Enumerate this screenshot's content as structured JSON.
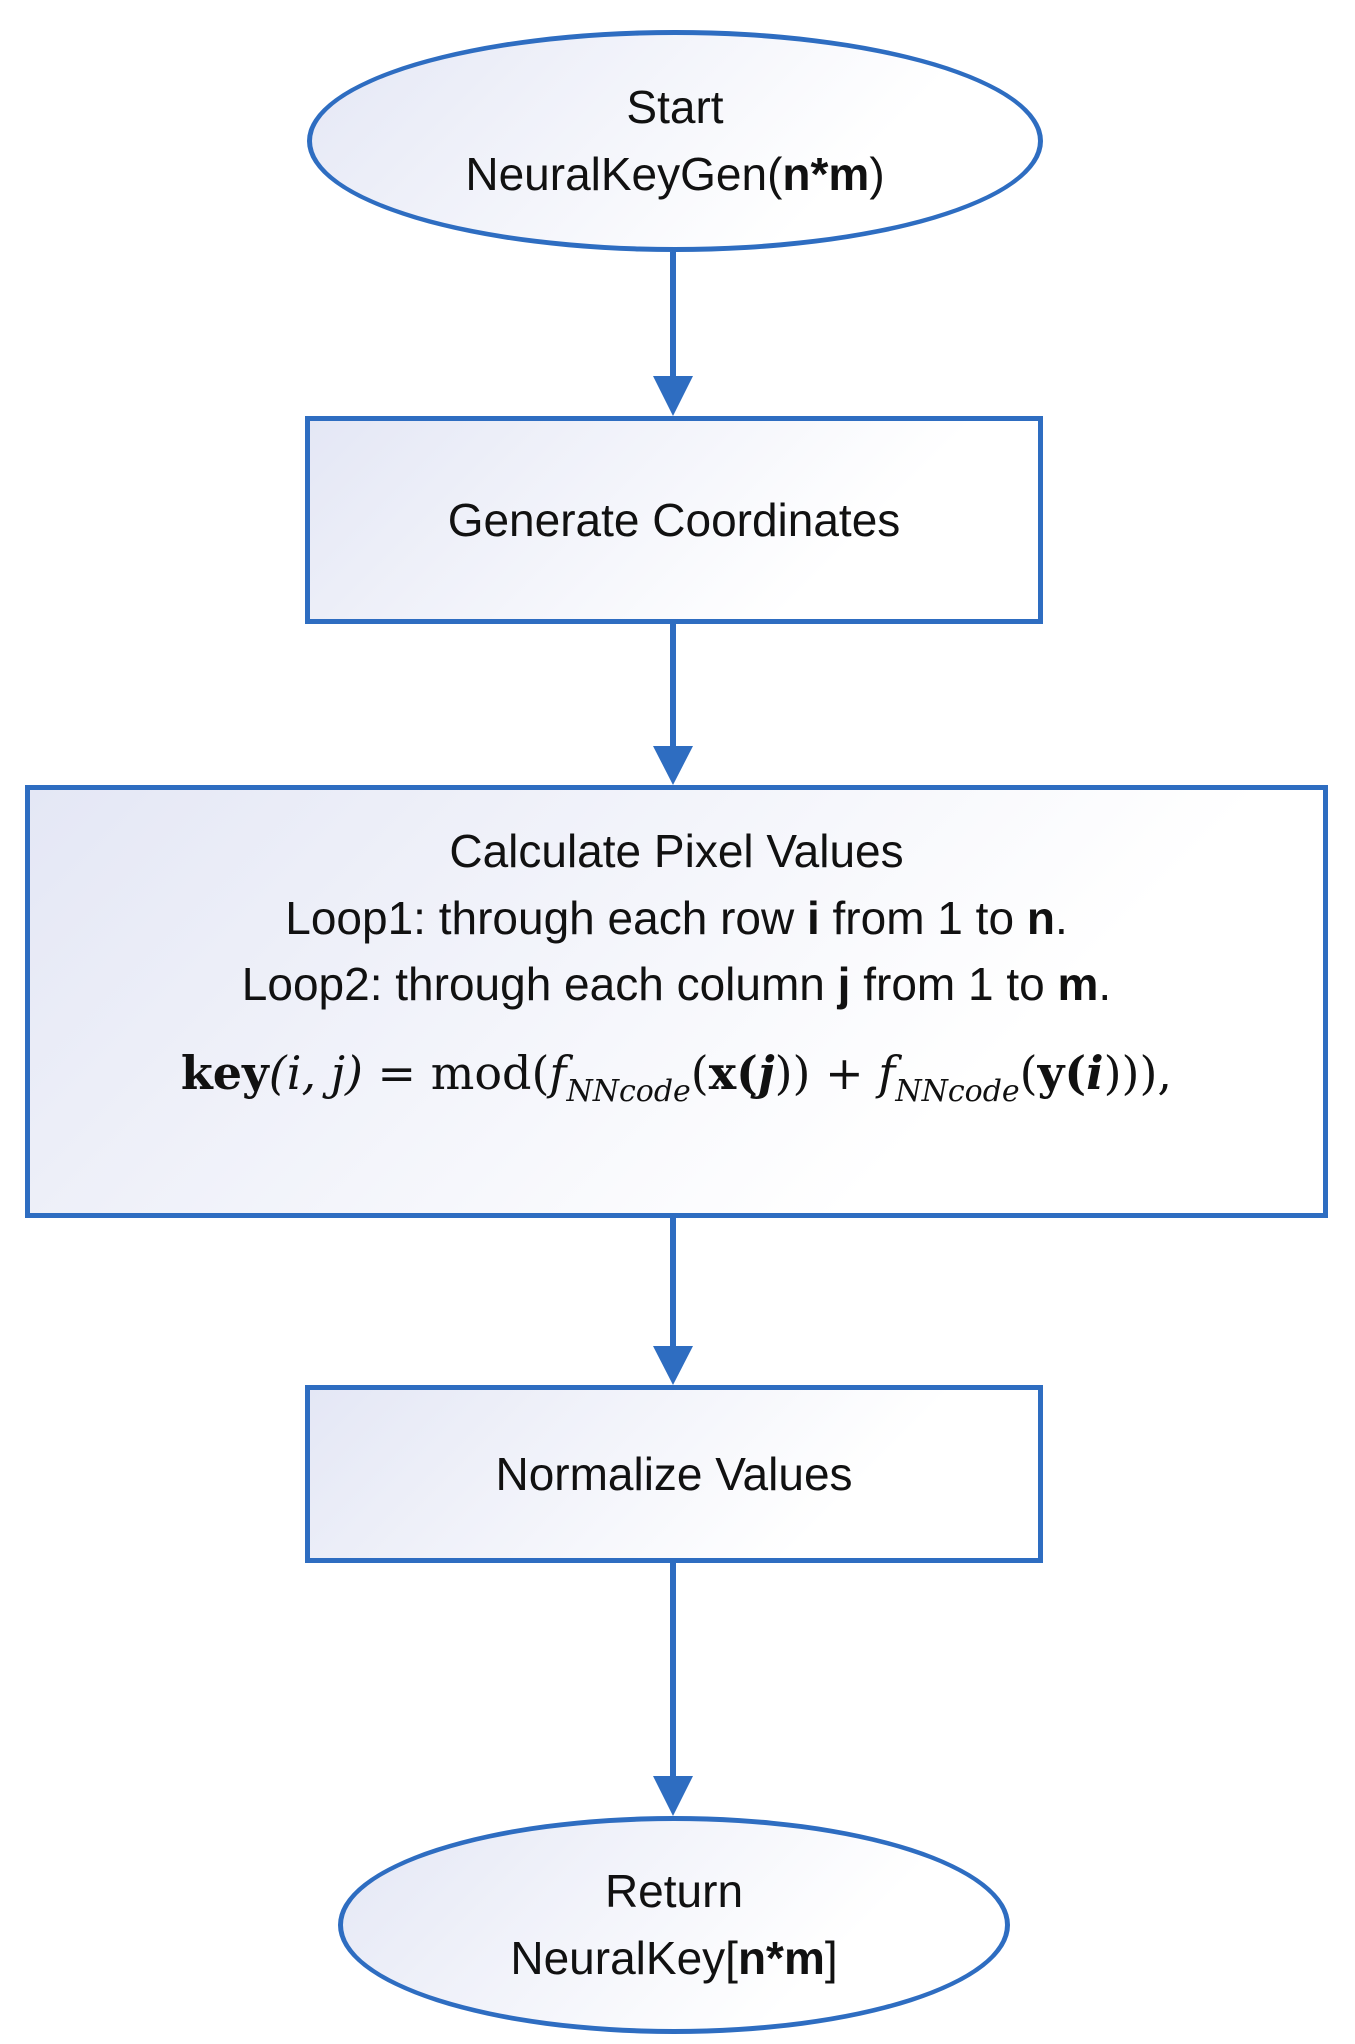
{
  "colors": {
    "accent": "#2e6dc1",
    "fill_start": "#e4e7f5",
    "fill_end": "#ffffff"
  },
  "nodes": {
    "start": {
      "line1": "Start",
      "func": "NeuralKeyGen(",
      "arg": "n*m",
      "close": ")"
    },
    "generate": {
      "label": "Generate Coordinates"
    },
    "calculate": {
      "title": "Calculate Pixel Values",
      "loop1_prefix": "Loop1: through each row ",
      "loop1_var": "i",
      "loop1_mid": " from 1 to ",
      "loop1_end": "n",
      "loop1_dot": ".",
      "loop2_prefix": "Loop2: through each column ",
      "loop2_var": "j",
      "loop2_mid": " from 1 to ",
      "loop2_end": "m",
      "loop2_dot": ".",
      "formula": {
        "key": "key",
        "args": "(i, j)",
        "eq": " = mod(",
        "f1": "f",
        "sub1": "NNcode",
        "x_open": "(",
        "x": "x(",
        "j": "j",
        "x_close": "))",
        "plus": " + ",
        "f2": "f",
        "sub2": "NNcode",
        "y_open": "(",
        "y": "y(",
        "i": "i",
        "y_close": "))),"
      }
    },
    "normalize": {
      "label": "Normalize Values"
    },
    "return": {
      "line1": "Return",
      "func": "NeuralKey[",
      "arg": "n*m",
      "close": "]"
    }
  }
}
